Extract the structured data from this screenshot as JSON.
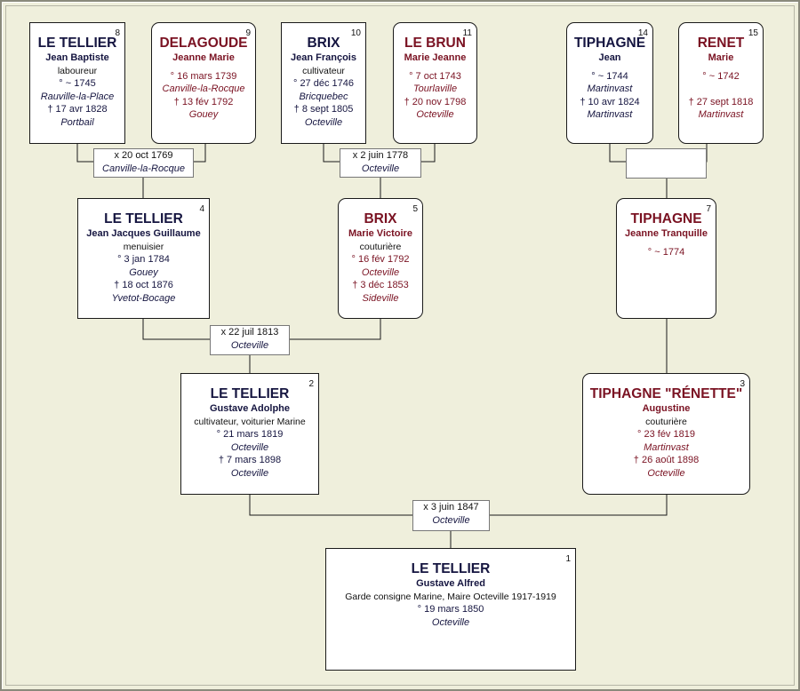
{
  "persons": {
    "p1": {
      "num": "1",
      "surname": "LE TELLIER",
      "given": "Gustave Alfred",
      "occupation": "Garde consigne Marine, Maire Octeville 1917-1919",
      "birth": "° 19 mars 1850",
      "birth_place": "Octeville"
    },
    "p2": {
      "num": "2",
      "surname": "LE TELLIER",
      "given": "Gustave Adolphe",
      "occupation": "cultivateur, voiturier Marine",
      "birth": "° 21 mars 1819",
      "birth_place": "Octeville",
      "death": "† 7 mars 1898",
      "death_place": "Octeville"
    },
    "p3": {
      "num": "3",
      "surname": "TIPHAGNE \"RÉNETTE\"",
      "given": "Augustine",
      "occupation": "couturière",
      "birth": "° 23 fév 1819",
      "birth_place": "Martinvast",
      "death": "† 26 août 1898",
      "death_place": "Octeville"
    },
    "p4": {
      "num": "4",
      "surname": "LE TELLIER",
      "given": "Jean Jacques Guillaume",
      "occupation": "menuisier",
      "birth": "° 3 jan 1784",
      "birth_place": "Gouey",
      "death": "† 18 oct 1876",
      "death_place": "Yvetot-Bocage"
    },
    "p5": {
      "num": "5",
      "surname": "BRIX",
      "given": "Marie Victoire",
      "occupation": "couturière",
      "birth": "° 16 fév 1792",
      "birth_place": "Octeville",
      "death": "† 3 déc 1853",
      "death_place": "Sideville"
    },
    "p7": {
      "num": "7",
      "surname": "TIPHAGNE",
      "given": "Jeanne Tranquille",
      "birth": "° ~ 1774"
    },
    "p8": {
      "num": "8",
      "surname": "LE TELLIER",
      "given": "Jean Baptiste",
      "occupation": "laboureur",
      "birth": "° ~ 1745",
      "birth_place": "Rauville-la-Place",
      "death": "† 17 avr 1828",
      "death_place": "Portbail"
    },
    "p9": {
      "num": "9",
      "surname": "DELAGOUDE",
      "given": "Jeanne Marie",
      "birth": "° 16 mars 1739",
      "birth_place": "Canville-la-Rocque",
      "death": "† 13 fév 1792",
      "death_place": "Gouey"
    },
    "p10": {
      "num": "10",
      "surname": "BRIX",
      "given": "Jean François",
      "occupation": "cultivateur",
      "birth": "° 27 déc 1746",
      "birth_place": "Bricquebec",
      "death": "† 8 sept 1805",
      "death_place": "Octeville"
    },
    "p11": {
      "num": "11",
      "surname": "LE BRUN",
      "given": "Marie Jeanne",
      "birth": "° 7 oct 1743",
      "birth_place": "Tourlaville",
      "death": "† 20 nov 1798",
      "death_place": "Octeville"
    },
    "p14": {
      "num": "14",
      "surname": "TIPHAGNE",
      "given": "Jean",
      "birth": "° ~ 1744",
      "birth_place": "Martinvast",
      "death": "† 10 avr 1824",
      "death_place": "Martinvast"
    },
    "p15": {
      "num": "15",
      "surname": "RENET",
      "given": "Marie",
      "birth": "° ~ 1742",
      "death": "† 27 sept 1818",
      "death_place": "Martinvast"
    }
  },
  "marriages": {
    "m1": {
      "date": "x 3 juin 1847",
      "place": "Octeville"
    },
    "m2": {
      "date": "x 22 juil 1813",
      "place": "Octeville"
    },
    "m4": {
      "date": "x 20 oct 1769",
      "place": "Canville-la-Rocque"
    },
    "m5": {
      "date": "x 2 juin 1778",
      "place": "Octeville"
    },
    "m7": {
      "date": "",
      "place": ""
    }
  },
  "colors": {
    "male": "#151540",
    "female": "#7a1222",
    "background": "#efefdc"
  }
}
